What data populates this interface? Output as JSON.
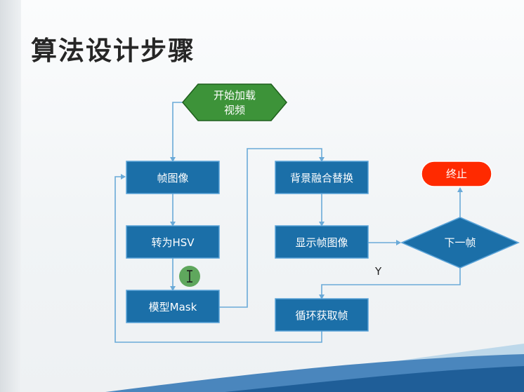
{
  "slide": {
    "title": "算法设计步骤"
  },
  "flowchart": {
    "start": {
      "line1": "开始加载",
      "line2": "视频"
    },
    "frame_image": "帧图像",
    "to_hsv": "转为HSV",
    "model_mask": "模型Mask",
    "background_replace": "背景融合替换",
    "show_frame": "显示帧图像",
    "next_frame": "下一帧",
    "end": "终止",
    "loop_frames": "循环获取帧",
    "yes_label": "Y"
  },
  "colors": {
    "box_fill": "#1b6fa8",
    "box_stroke": "#5aa3d8",
    "arrow": "#6aaad8",
    "start_fill": "#3d9339",
    "start_stroke": "#1f5f1d",
    "end_fill": "#ff2a00",
    "cursor": "#4f9e4c"
  }
}
